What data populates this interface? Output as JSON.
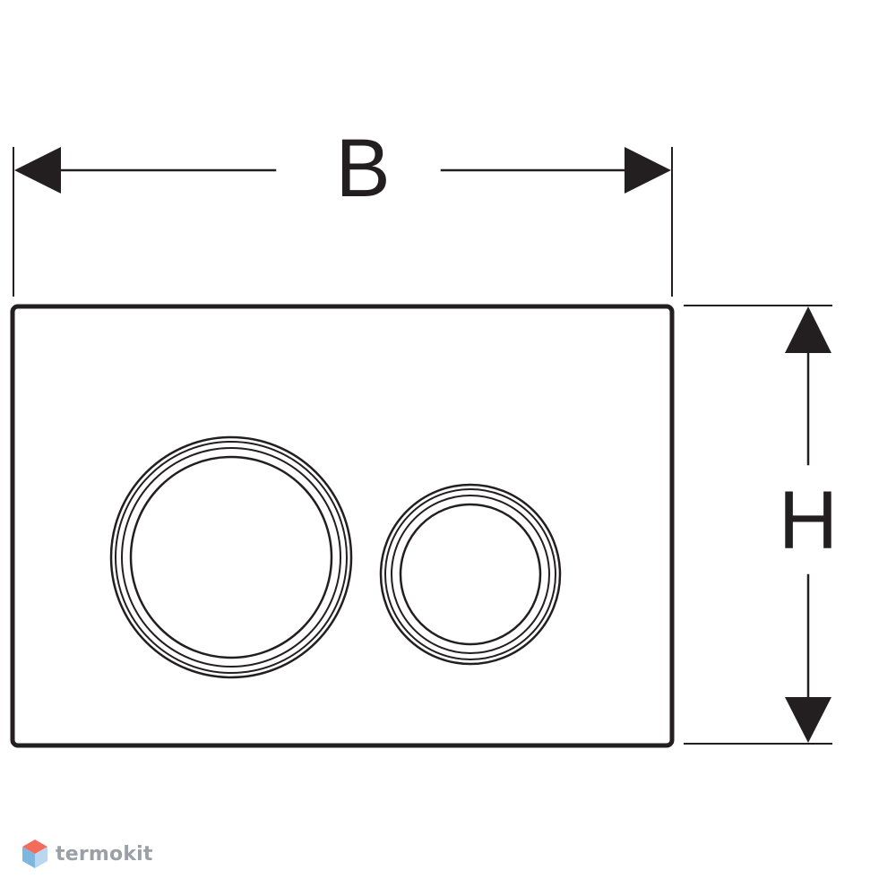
{
  "diagram": {
    "width_label": "B",
    "height_label": "H"
  },
  "brand": {
    "name": "termokit",
    "logo_icon": "hexagon-cube-icon"
  },
  "colors": {
    "line": "#231f20",
    "watermark_text": "#9aa0a6",
    "logo_top": "#f26b5b",
    "logo_side": "#7fb6e0"
  }
}
